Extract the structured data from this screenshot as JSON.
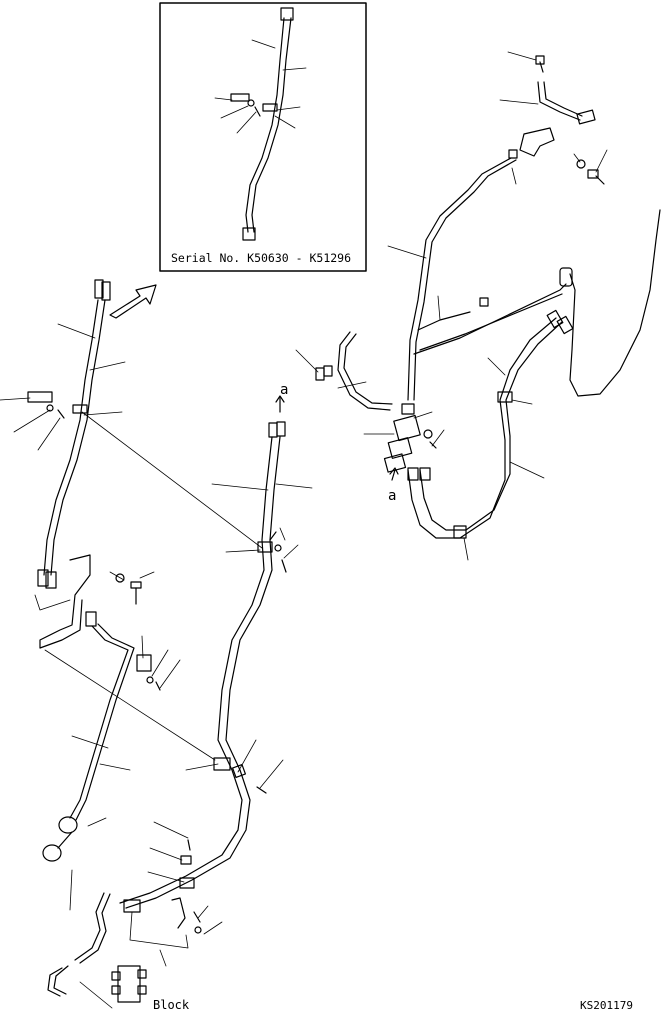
{
  "diagram": {
    "inset_caption": "Serial No. K50630 - K51296",
    "ref_a_top": "a",
    "ref_a_bottom": "a",
    "block_label": "Block",
    "drawing_code": "KS201179"
  },
  "colors": {
    "ink": "#000000",
    "paper": "#ffffff"
  }
}
